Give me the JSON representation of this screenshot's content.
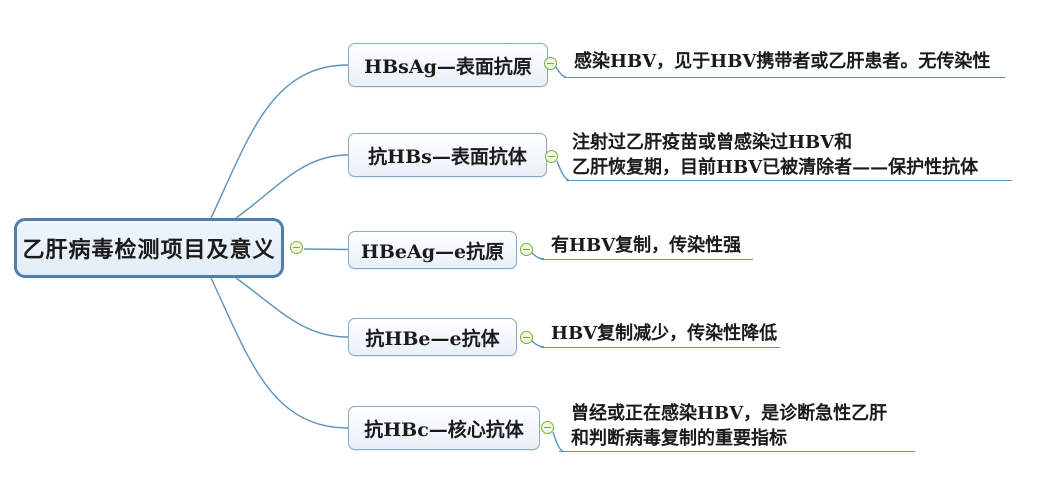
{
  "root": {
    "label": "乙肝病毒检测项目及意义"
  },
  "branches": [
    {
      "label": "HBsAg—表面抗原",
      "note_lines": [
        "感染HBV，见于HBV携带者或乙肝患者。无传染性"
      ]
    },
    {
      "label": "抗HBs—表面抗体",
      "note_lines": [
        "注射过乙肝疫苗或曾感染过HBV和",
        "乙肝恢复期，目前HBV已被清除者——保护性抗体"
      ]
    },
    {
      "label": "HBeAg—e抗原",
      "note_lines": [
        "有HBV复制，传染性强"
      ]
    },
    {
      "label": "抗HBe—e抗体",
      "note_lines": [
        "HBV复制减少，传染性降低"
      ]
    },
    {
      "label": "抗HBc—核心抗体",
      "note_lines": [
        "曾经或正在感染HBV，是诊断急性乙肝",
        "和判断病毒复制的重要指标"
      ]
    }
  ],
  "icons": {
    "collapse_glyph": "−"
  },
  "colors": {
    "root_border": "#4e7fae",
    "root_fill": "#e8f1f9",
    "branch_border": "#86a9c8",
    "connector_line": "#5c92be",
    "underline": "#5f92bb",
    "collapse_green": "#7ab32e",
    "text": "#1b1b1b",
    "background": "#ffffff"
  }
}
